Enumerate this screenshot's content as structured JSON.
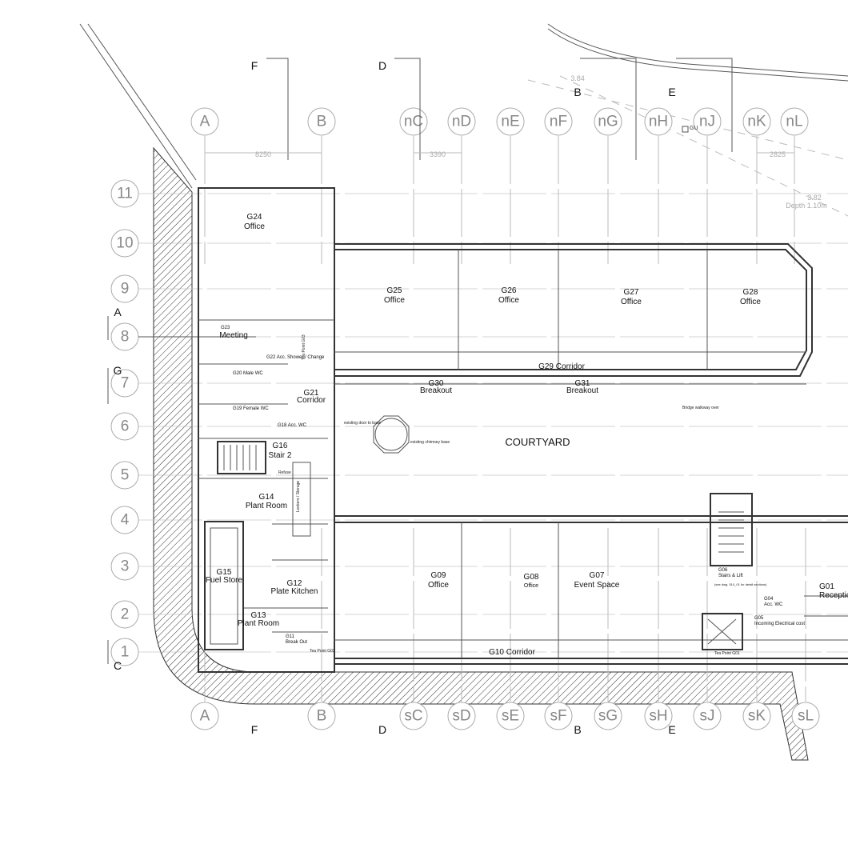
{
  "plan": {
    "grid_top": [
      "A",
      "B",
      "nC",
      "nD",
      "nE",
      "nF",
      "nG",
      "nH",
      "nJ",
      "nK",
      "nL"
    ],
    "grid_bottom": [
      "A",
      "B",
      "sC",
      "sD",
      "sE",
      "sF",
      "sG",
      "sH",
      "sJ",
      "sK",
      "sL"
    ],
    "grid_rows": [
      "11",
      "10",
      "9",
      "8",
      "7",
      "6",
      "5",
      "4",
      "3",
      "2",
      "1"
    ],
    "sections_top": [
      "F",
      "D",
      "B",
      "E"
    ],
    "sections_bottom": [
      "F",
      "D",
      "B",
      "E"
    ],
    "sections_left": [
      "A",
      "G",
      "C"
    ],
    "dimensions": [
      "8250",
      "3390",
      "2825",
      "3.84",
      "3.82",
      "Depth 1.10m",
      "GU"
    ],
    "courtyard": "COURTYARD",
    "rooms": [
      {
        "id": "G24",
        "name": "Office"
      },
      {
        "id": "G25",
        "name": "Office"
      },
      {
        "id": "G26",
        "name": "Office"
      },
      {
        "id": "G27",
        "name": "Office"
      },
      {
        "id": "G28",
        "name": "Office"
      },
      {
        "id": "G23",
        "name": "Meeting"
      },
      {
        "id": "G22",
        "name": "Acc. Shower / Change"
      },
      {
        "id": "G20",
        "name": "Male WC"
      },
      {
        "id": "G19",
        "name": "Female WC"
      },
      {
        "id": "G18",
        "name": "Acc. WC"
      },
      {
        "id": "G21",
        "name": "Corridor"
      },
      {
        "id": "G16",
        "name": "Stair 2"
      },
      {
        "id": "G14",
        "name": "Plant Room"
      },
      {
        "id": "G15",
        "name": "Fuel Store"
      },
      {
        "id": "G12",
        "name": "Plate Kitchen"
      },
      {
        "id": "G13",
        "name": "Plant Room"
      },
      {
        "id": "G11",
        "name": "Break Out"
      },
      {
        "id": "G29",
        "name": "Corridor"
      },
      {
        "id": "G30",
        "name": "Breakout"
      },
      {
        "id": "G31",
        "name": "Breakout"
      },
      {
        "id": "G09",
        "name": "Office"
      },
      {
        "id": "G08",
        "name": "Office"
      },
      {
        "id": "G07",
        "name": "Event Space"
      },
      {
        "id": "G10",
        "name": "Corridor"
      },
      {
        "id": "G06",
        "name": "Stairs & Lift"
      },
      {
        "id": "G04",
        "name": "Acc. WC"
      },
      {
        "id": "G05",
        "name": "Incoming Electrical cost"
      },
      {
        "id": "G01",
        "name": "Reception"
      }
    ],
    "notes": [
      "existing door to base",
      "existing chimney base",
      "Bridge walkway over",
      "Tea Point G02",
      "Tea Point G01",
      "Tea Point G03",
      "Lockers / Storage",
      "Refuse",
      "(see dwg. 510_01 for detail sections)"
    ]
  }
}
